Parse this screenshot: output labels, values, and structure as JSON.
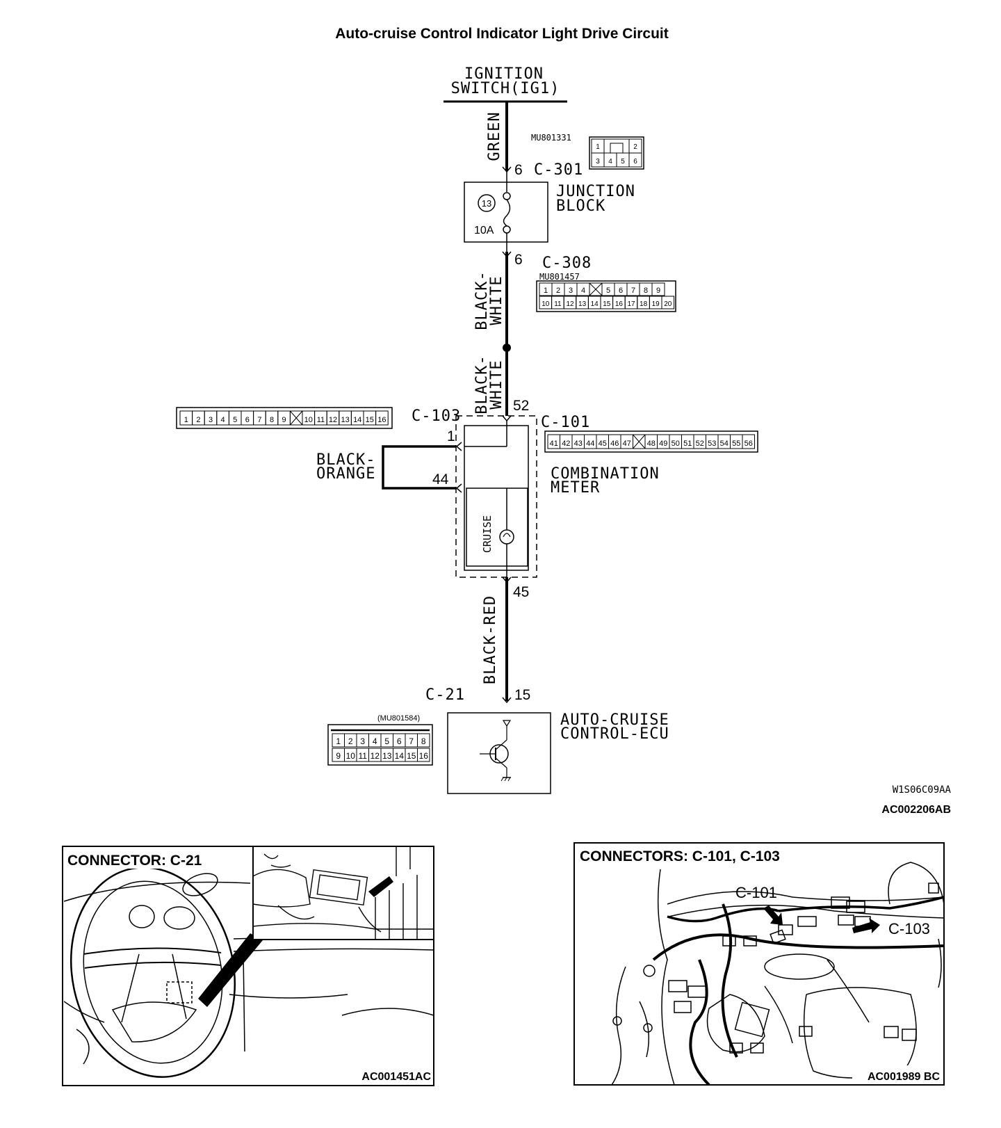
{
  "title": "Auto-cruise Control Indicator Light Drive Circuit",
  "ignition": {
    "line1": "IGNITION",
    "line2": "SWITCH(IG1)"
  },
  "wires": {
    "green": "GREEN",
    "bw1_a": "BLACK-",
    "bw1_b": "WHITE",
    "bw2_a": "BLACK-",
    "bw2_b": "WHITE",
    "bo_a": "BLACK-",
    "bo_b": "ORANGE",
    "br": "BLACK-RED"
  },
  "connectors": {
    "c301": {
      "label": "C-301",
      "part": "MU801331",
      "pin": "6",
      "row1": [
        "1",
        "",
        "2"
      ],
      "row2": [
        "3",
        "4",
        "5",
        "6"
      ]
    },
    "c308": {
      "label": "C-308",
      "part": "MU801457",
      "pin": "6",
      "row1": [
        "1",
        "2",
        "3",
        "4",
        "",
        "5",
        "6",
        "7",
        "8",
        "9"
      ],
      "row2": [
        "10",
        "11",
        "12",
        "13",
        "14",
        "15",
        "16",
        "17",
        "18",
        "19",
        "20"
      ]
    },
    "c103": {
      "label": "C-103",
      "pin_top": "1",
      "pin_bottom": "44",
      "row": [
        "1",
        "2",
        "3",
        "4",
        "5",
        "6",
        "7",
        "8",
        "9",
        "",
        "10",
        "11",
        "12",
        "13",
        "14",
        "15",
        "16"
      ]
    },
    "c101": {
      "label": "C-101",
      "pin_top": "52",
      "pin_bottom": "45",
      "row": [
        "41",
        "42",
        "43",
        "44",
        "45",
        "46",
        "47",
        "",
        "48",
        "49",
        "50",
        "51",
        "52",
        "53",
        "54",
        "55",
        "56"
      ]
    },
    "c21": {
      "label": "C-21",
      "part": "(MU801584)",
      "pin": "15",
      "row1": [
        "1",
        "2",
        "3",
        "4",
        "5",
        "6",
        "7",
        "8"
      ],
      "row2": [
        "9",
        "10",
        "11",
        "12",
        "13",
        "14",
        "15",
        "16"
      ]
    }
  },
  "components": {
    "junction": {
      "line1": "JUNCTION",
      "line2": "BLOCK",
      "fuse_no": "13",
      "fuse_rating": "10A"
    },
    "meter": {
      "line1": "COMBINATION",
      "line2": "METER",
      "lamp": "CRUISE"
    },
    "ecu": {
      "line1": "AUTO-CRUISE",
      "line2": "CONTROL-ECU"
    }
  },
  "codes": {
    "ref1": "W1S06C09AA",
    "ref2": "AC002206AB"
  },
  "panels": [
    {
      "title": "CONNECTOR: C-21",
      "code": "AC001451AC"
    },
    {
      "title": "CONNECTORS: C-101, C-103",
      "code": "AC001989 BC",
      "callout_a": "C-101",
      "callout_b": "C-103"
    }
  ]
}
